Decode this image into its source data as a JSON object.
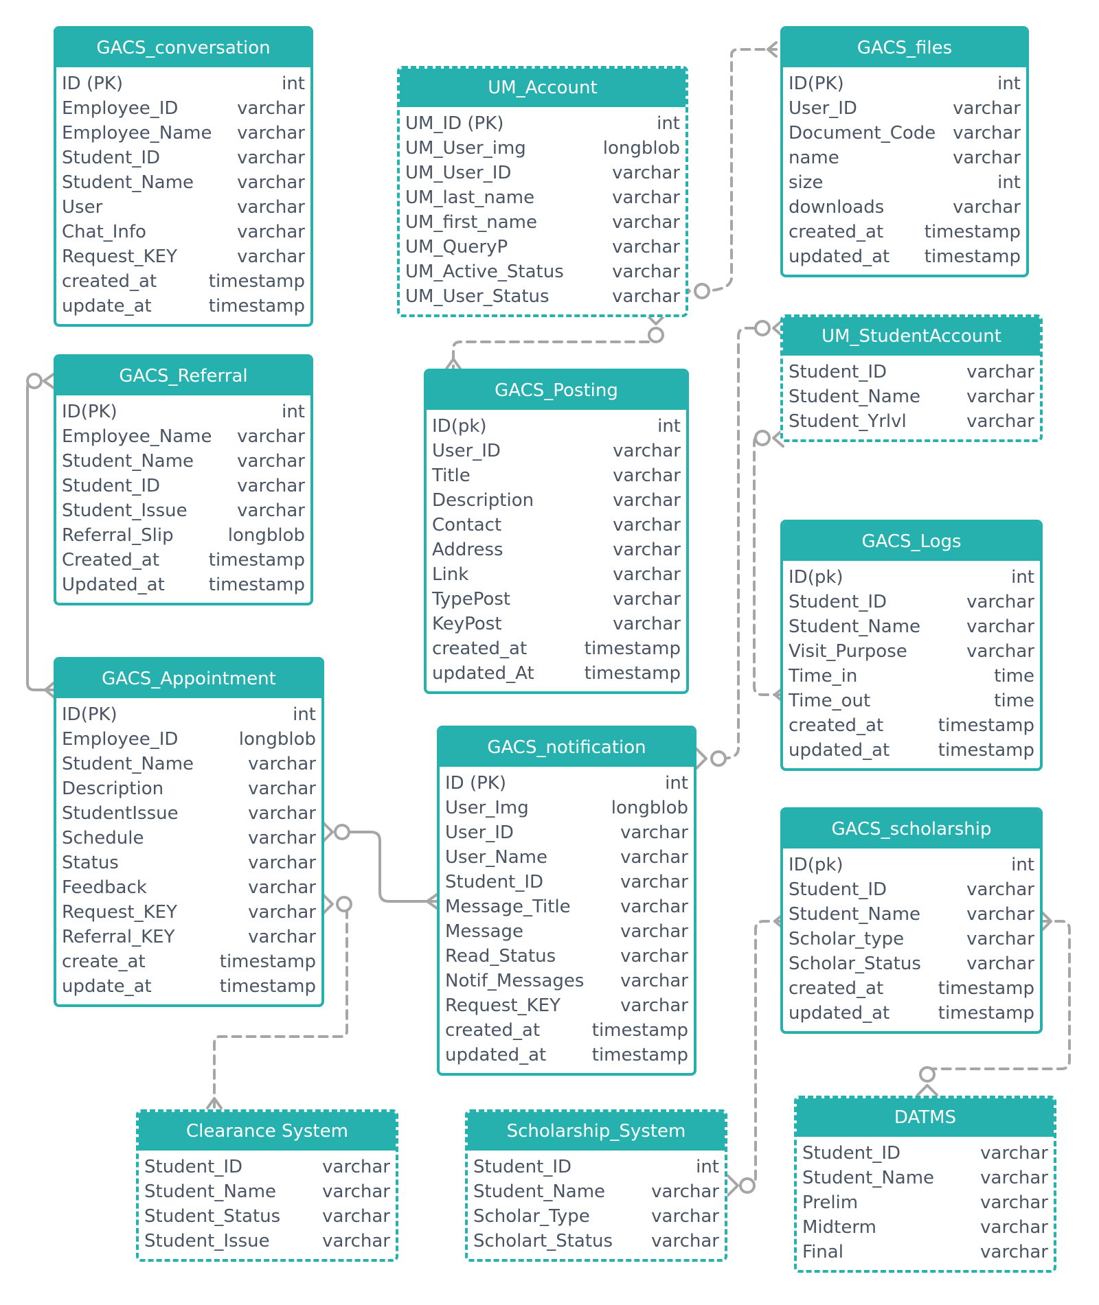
{
  "colors": {
    "header": "#26b0ae",
    "border": "#26b0ae",
    "text": "#4a5563",
    "connector": "#a6a6a6"
  },
  "tables": {
    "conversation": {
      "title": "GACS_conversation",
      "style": "solid",
      "fields": [
        [
          "ID (PK)",
          "int"
        ],
        [
          "Employee_ID",
          "varchar"
        ],
        [
          "Employee_Name",
          "varchar"
        ],
        [
          "Student_ID",
          "varchar"
        ],
        [
          "Student_Name",
          "varchar"
        ],
        [
          "User",
          "varchar"
        ],
        [
          "Chat_Info",
          "varchar"
        ],
        [
          "Request_KEY",
          "varchar"
        ],
        [
          "created_at",
          "timestamp"
        ],
        [
          "update_at",
          "timestamp"
        ]
      ]
    },
    "um_account": {
      "title": "UM_Account",
      "style": "dashed",
      "fields": [
        [
          "UM_ID  (PK)",
          "int"
        ],
        [
          "UM_User_img",
          "longblob"
        ],
        [
          "UM_User_ID",
          "varchar"
        ],
        [
          "UM_last_name",
          "varchar"
        ],
        [
          "UM_first_name",
          "varchar"
        ],
        [
          "UM_QueryP",
          "varchar"
        ],
        [
          "UM_Active_Status",
          "varchar"
        ],
        [
          "UM_User_Status",
          "varchar"
        ]
      ]
    },
    "files": {
      "title": "GACS_files",
      "style": "solid",
      "fields": [
        [
          "ID(PK)",
          "int"
        ],
        [
          "User_ID",
          "varchar"
        ],
        [
          "Document_Code",
          "varchar"
        ],
        [
          "name",
          "varchar"
        ],
        [
          "size",
          "int"
        ],
        [
          "downloads",
          "varchar"
        ],
        [
          "created_at",
          "timestamp"
        ],
        [
          "updated_at",
          "timestamp"
        ]
      ]
    },
    "referral": {
      "title": "GACS_Referral",
      "style": "solid",
      "fields": [
        [
          "ID(PK)",
          "int"
        ],
        [
          "Employee_Name",
          "varchar"
        ],
        [
          "Student_Name",
          "varchar"
        ],
        [
          "Student_ID",
          "varchar"
        ],
        [
          "Student_Issue",
          "varchar"
        ],
        [
          "Referral_Slip",
          "longblob"
        ],
        [
          "Created_at",
          "timestamp"
        ],
        [
          "Updated_at",
          "timestamp"
        ]
      ]
    },
    "posting": {
      "title": "GACS_Posting",
      "style": "solid",
      "fields": [
        [
          "ID(pk)",
          "int"
        ],
        [
          "User_ID",
          "varchar"
        ],
        [
          "Title",
          "varchar"
        ],
        [
          "Description",
          "varchar"
        ],
        [
          "Contact",
          "varchar"
        ],
        [
          "Address",
          "varchar"
        ],
        [
          "Link",
          "varchar"
        ],
        [
          "TypePost",
          "varchar"
        ],
        [
          "KeyPost",
          "varchar"
        ],
        [
          "created_at",
          "timestamp"
        ],
        [
          "updated_At",
          "timestamp"
        ]
      ]
    },
    "student_account": {
      "title": "UM_StudentAccount",
      "style": "dashed",
      "fields": [
        [
          "Student_ID",
          "varchar"
        ],
        [
          "Student_Name",
          "varchar"
        ],
        [
          "Student_Yrlvl",
          "varchar"
        ]
      ]
    },
    "logs": {
      "title": "GACS_Logs",
      "style": "solid",
      "fields": [
        [
          "ID(pk)",
          "int"
        ],
        [
          "Student_ID",
          "varchar"
        ],
        [
          "Student_Name",
          "varchar"
        ],
        [
          "Visit_Purpose",
          "varchar"
        ],
        [
          "Time_in",
          "time"
        ],
        [
          "Time_out",
          "time"
        ],
        [
          "created_at",
          "timestamp"
        ],
        [
          "updated_at",
          "timestamp"
        ]
      ]
    },
    "appointment": {
      "title": "GACS_Appointment",
      "style": "solid",
      "fields": [
        [
          "ID(PK)",
          "int"
        ],
        [
          "Employee_ID",
          "longblob"
        ],
        [
          "Student_Name",
          "varchar"
        ],
        [
          "Description",
          "varchar"
        ],
        [
          "StudentIssue",
          "varchar"
        ],
        [
          "Schedule",
          "varchar"
        ],
        [
          "Status",
          "varchar"
        ],
        [
          "Feedback",
          "varchar"
        ],
        [
          "Request_KEY",
          "varchar"
        ],
        [
          "Referral_KEY",
          "varchar"
        ],
        [
          "create_at",
          "timestamp"
        ],
        [
          "update_at",
          "timestamp"
        ]
      ]
    },
    "notification": {
      "title": "GACS_notification",
      "style": "solid",
      "fields": [
        [
          "ID (PK)",
          "int"
        ],
        [
          "User_Img",
          "longblob"
        ],
        [
          "User_ID",
          "varchar"
        ],
        [
          "User_Name",
          "varchar"
        ],
        [
          "Student_ID",
          "varchar"
        ],
        [
          "Message_Title",
          "varchar"
        ],
        [
          "Message",
          "varchar"
        ],
        [
          "Read_Status",
          "varchar"
        ],
        [
          "Notif_Messages",
          "varchar"
        ],
        [
          "Request_KEY",
          "varchar"
        ],
        [
          "created_at",
          "timestamp"
        ],
        [
          "updated_at",
          "timestamp"
        ]
      ]
    },
    "scholarship": {
      "title": "GACS_scholarship",
      "style": "solid",
      "fields": [
        [
          "ID(pk)",
          "int"
        ],
        [
          "Student_ID",
          "varchar"
        ],
        [
          "Student_Name",
          "varchar"
        ],
        [
          "Scholar_type",
          "varchar"
        ],
        [
          "Scholar_Status",
          "varchar"
        ],
        [
          "created_at",
          "timestamp"
        ],
        [
          "updated_at",
          "timestamp"
        ]
      ]
    },
    "clearance": {
      "title": "Clearance System",
      "style": "dashed",
      "fields": [
        [
          "Student_ID",
          "varchar"
        ],
        [
          "Student_Name",
          "varchar"
        ],
        [
          "Student_Status",
          "varchar"
        ],
        [
          "Student_Issue",
          "varchar"
        ]
      ]
    },
    "scholarship_system": {
      "title": "Scholarship_System",
      "style": "dashed",
      "fields": [
        [
          "Student_ID",
          "int"
        ],
        [
          "Student_Name",
          "varchar"
        ],
        [
          "Scholar_Type",
          "varchar"
        ],
        [
          "Scholart_Status",
          "varchar"
        ]
      ]
    },
    "datms": {
      "title": "DATMS",
      "style": "dashed",
      "fields": [
        [
          "Student_ID",
          "varchar"
        ],
        [
          "Student_Name",
          "varchar"
        ],
        [
          "Prelim",
          "varchar"
        ],
        [
          "Midterm",
          "varchar"
        ],
        [
          "Final",
          "varchar"
        ]
      ]
    }
  }
}
